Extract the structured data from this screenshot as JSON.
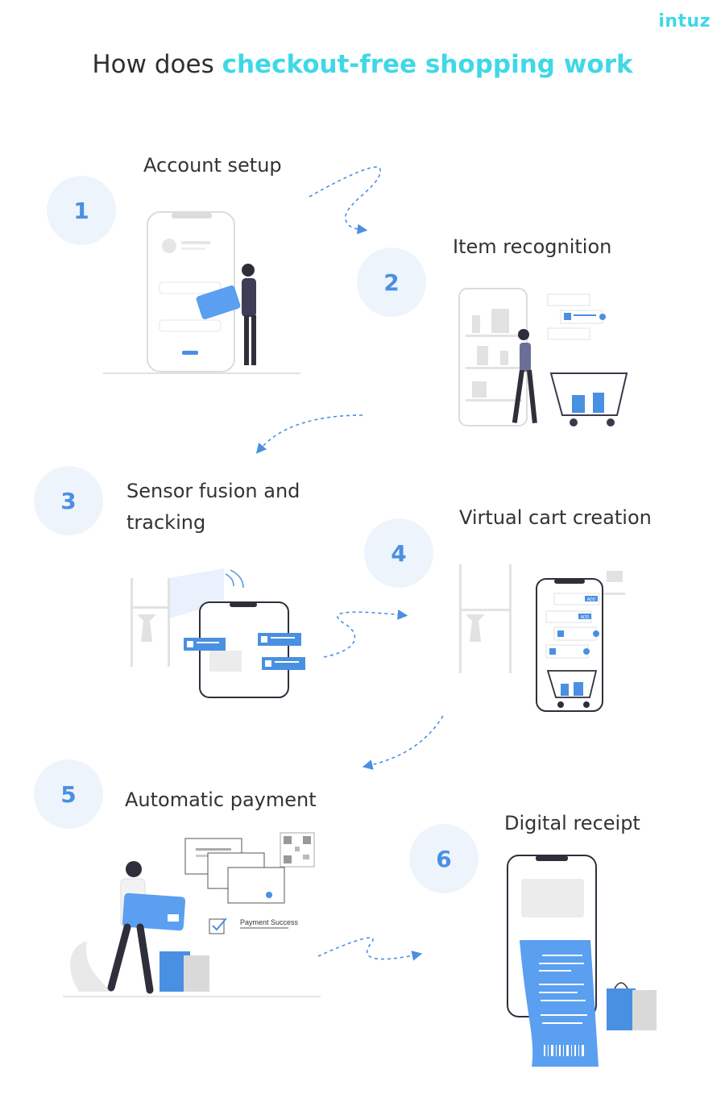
{
  "brand": {
    "logo_text": "intuz"
  },
  "title": {
    "prefix": "How does ",
    "highlight": "checkout-free shopping work"
  },
  "steps": [
    {
      "number": "1",
      "label": "Account setup"
    },
    {
      "number": "2",
      "label": "Item recognition"
    },
    {
      "number": "3",
      "label_line1": "Sensor fusion and",
      "label_line2": "tracking"
    },
    {
      "number": "4",
      "label": "Virtual cart creation"
    },
    {
      "number": "5",
      "label": "Automatic payment"
    },
    {
      "number": "6",
      "label": "Digital receipt"
    }
  ],
  "illustrations": {
    "payment_status": "Payment Success",
    "add_badge": "ADD"
  },
  "colors": {
    "accent": "#3fd8e6",
    "step_blue": "#4a90e2",
    "circle_bg": "#eef4fc",
    "card_blue": "#5a9ff0"
  }
}
